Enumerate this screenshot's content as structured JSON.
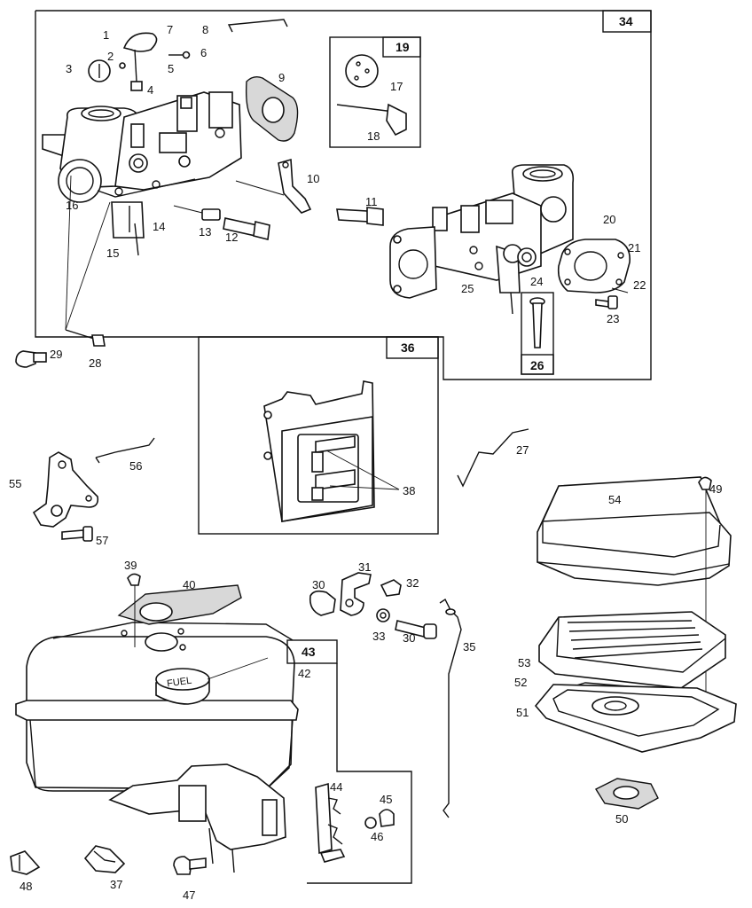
{
  "labels": {
    "l1": "1",
    "l2": "2",
    "l3": "3",
    "l4": "4",
    "l5": "5",
    "l6": "6",
    "l7": "7",
    "l8": "8",
    "l9": "9",
    "l10": "10",
    "l11": "11",
    "l12": "12",
    "l13": "13",
    "l14": "14",
    "l15": "15",
    "l16": "16",
    "l17": "17",
    "l18": "18",
    "l20": "20",
    "l21": "21",
    "l22": "22",
    "l23": "23",
    "l24": "24",
    "l25": "25",
    "l27": "27",
    "l28": "28",
    "l29": "29",
    "l30a": "30",
    "l30b": "30",
    "l31": "31",
    "l32": "32",
    "l33": "33",
    "l35": "35",
    "l37": "37",
    "l38": "38",
    "l39": "39",
    "l40": "40",
    "l42": "42",
    "l44": "44",
    "l45": "45",
    "l46": "46",
    "l47": "47",
    "l48": "48",
    "l49": "49",
    "l50": "50",
    "l51": "51",
    "l52": "52",
    "l53": "53",
    "l54": "54",
    "l55": "55",
    "l56": "56",
    "l57": "57"
  },
  "boxes": {
    "b19": "19",
    "b26": "26",
    "b34": "34",
    "b36": "36",
    "b43": "43"
  },
  "tank": {
    "cap_text": "FUEL"
  }
}
